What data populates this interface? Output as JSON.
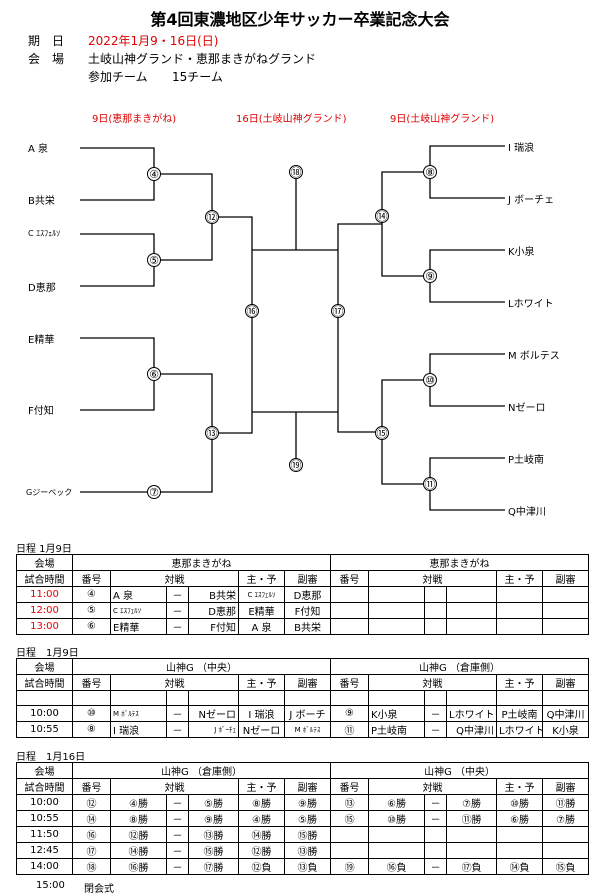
{
  "title": "第4回東濃地区少年サッカー卒業記念大会",
  "info": {
    "date_label": "期　日",
    "date_value": "2022年1月9・16日(日)",
    "venue_label": "会　場",
    "venue_value": "土岐山神グランド・恵那まきがねグランド",
    "teams_label": "参加チーム",
    "teams_value": "15チーム"
  },
  "day_headers": [
    "9日(恵那まきがね)",
    "16日(土岐山神グランド)",
    "9日(土岐山神グランド)"
  ],
  "teams_left": [
    "A 泉",
    "B共栄",
    "C ｴｽﾌｪﾙｿ",
    "D恵那",
    "E精華",
    "F付知",
    "Gジーベック"
  ],
  "teams_right": [
    "I 瑞浪",
    "J ボーチェ",
    "K小泉",
    "Lホワイト",
    "M ボルテス",
    "Nゼーロ",
    "P土岐南",
    "Q中津川"
  ],
  "match_nums": {
    "m4": "④",
    "m5": "⑤",
    "m6": "⑥",
    "m7": "⑦",
    "m8": "⑧",
    "m9": "⑨",
    "m10": "⑩",
    "m11": "⑪",
    "m12": "⑫",
    "m13": "⑬",
    "m14": "⑭",
    "m15": "⑮",
    "m16": "⑯",
    "m17": "⑰",
    "m18": "⑱",
    "m19": "⑲"
  },
  "section1": {
    "label": "日程 1月9日",
    "hdr": {
      "venue": "会場",
      "time": "試合時間",
      "num": "番号",
      "match": "対戦",
      "ref": "主・予",
      "sub": "副審"
    },
    "venue_left": "恵那まきがね",
    "venue_right": "恵那まきがね",
    "rows": [
      {
        "time": "11:00",
        "num": "④",
        "a": "A 泉",
        "vs": "－",
        "b": "B共栄",
        "ref": "C ｴｽﾌｪﾙｿ",
        "sub": "D恵那"
      },
      {
        "time": "12:00",
        "num": "⑤",
        "a": "C ｴｽﾌｪﾙｿ",
        "vs": "－",
        "b": "D恵那",
        "ref": "E精華",
        "sub": "F付知"
      },
      {
        "time": "13:00",
        "num": "⑥",
        "a": "E精華",
        "vs": "－",
        "b": "F付知",
        "ref": "A 泉",
        "sub": "B共栄"
      }
    ]
  },
  "section2": {
    "label": "日程　1月9日",
    "venue_left": "山神G （中央）",
    "venue_right": "山神G （倉庫側）",
    "rows": [
      {
        "time": "10:00",
        "num": "⑩",
        "a": "M ﾎﾞﾙﾃｽ",
        "vs": "－",
        "b": "Nゼーロ",
        "ref": "I 瑞浪",
        "sub": "J ボーチ",
        "num2": "⑨",
        "a2": "K小泉",
        "vs2": "－",
        "b2": "Lホワイト",
        "ref2": "P土岐南",
        "sub2": "Q中津川"
      },
      {
        "time": "10:55",
        "num": "⑧",
        "a": "I 瑞浪",
        "vs": "－",
        "b": "J ﾎﾞｰﾁｪ",
        "ref": "Nゼーロ",
        "sub": "M ﾎﾞﾙﾃｽ",
        "num2": "⑪",
        "a2": "P土岐南",
        "vs2": "－",
        "b2": "Q中津川",
        "ref2": "Lホワイト",
        "sub2": "K小泉"
      }
    ]
  },
  "section3": {
    "label": "日程　1月16日",
    "venue_left": "山神G （倉庫側）",
    "venue_right": "山神G （中央）",
    "rows": [
      {
        "time": "10:00",
        "num": "⑫",
        "a": "④勝",
        "vs": "－",
        "b": "⑤勝",
        "ref": "⑧勝",
        "sub": "⑨勝",
        "num2": "⑬",
        "a2": "⑥勝",
        "vs2": "－",
        "b2": "⑦勝",
        "ref2": "⑩勝",
        "sub2": "⑪勝"
      },
      {
        "time": "10:55",
        "num": "⑭",
        "a": "⑧勝",
        "vs": "－",
        "b": "⑨勝",
        "ref": "④勝",
        "sub": "⑤勝",
        "num2": "⑮",
        "a2": "⑩勝",
        "vs2": "－",
        "b2": "⑪勝",
        "ref2": "⑥勝",
        "sub2": "⑦勝"
      },
      {
        "time": "11:50",
        "num": "⑯",
        "a": "⑫勝",
        "vs": "－",
        "b": "⑬勝",
        "ref": "⑭勝",
        "sub": "⑮勝",
        "num2": "",
        "a2": "",
        "vs2": "",
        "b2": "",
        "ref2": "",
        "sub2": ""
      },
      {
        "time": "12:45",
        "num": "⑰",
        "a": "⑭勝",
        "vs": "－",
        "b": "⑮勝",
        "ref": "⑫勝",
        "sub": "⑬勝",
        "num2": "",
        "a2": "",
        "vs2": "",
        "b2": "",
        "ref2": "",
        "sub2": ""
      },
      {
        "time": "14:00",
        "num": "⑱",
        "a": "⑯勝",
        "vs": "－",
        "b": "⑰勝",
        "ref": "⑫負",
        "sub": "⑬負",
        "num2": "⑲",
        "a2": "⑯負",
        "vs2": "－",
        "b2": "⑰負",
        "ref2": "⑭負",
        "sub2": "⑮負"
      }
    ],
    "footer_time": "15:00",
    "footer_text": "閉会式"
  },
  "colors": {
    "accent_red": "#e00000"
  }
}
